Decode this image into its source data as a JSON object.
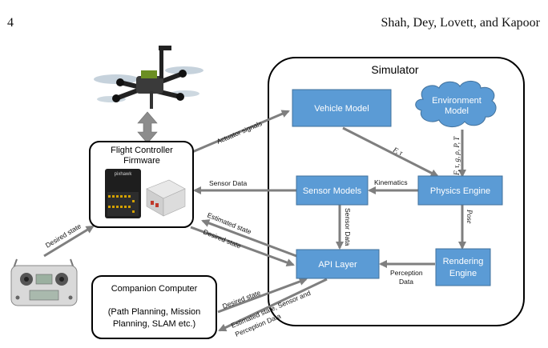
{
  "header": {
    "page_number": "4",
    "authors": "Shah, Dey, Lovett, and Kapoor"
  },
  "simulator": {
    "title": "Simulator"
  },
  "blocks": {
    "vehicle_model": "Vehicle Model",
    "environment_model_line1": "Environment",
    "environment_model_line2": "Model",
    "physics_engine": "Physics Engine",
    "sensor_models": "Sensor Models",
    "api_layer": "API Layer",
    "rendering_engine_line1": "Rendering",
    "rendering_engine_line2": "Engine",
    "flight_controller_line1": "Flight Controller",
    "flight_controller_line2": "Firmware",
    "companion_line1": "Companion Computer",
    "companion_line2": "(Path Planning, Mission",
    "companion_line3": "Planning, SLAM etc.)",
    "pixhawk_label": "pixhawk"
  },
  "edges": {
    "actuator_signals": "Actuator signals",
    "sensor_data": "Sensor Data",
    "estimated_state": "Estimated state",
    "desired_state_fc": "Desired state",
    "desired_state_rc": "Desired state",
    "kinematics": "Kinematics",
    "f_tau": "F, τ",
    "env_vars": "F, τ, g, ρ, P, T",
    "sensor_data_vertical": "Sensor Data",
    "pose": "Pose",
    "perception_line1": "Perception",
    "perception_line2": "Data",
    "desired_state_cc": "Desired state",
    "est_sensor_line1": "Estimated state, Sensor and",
    "est_sensor_line2": "Perception Data"
  },
  "colors": {
    "block_fill": "#5b9bd5",
    "block_stroke": "#41719c",
    "arrow": "#7f7f7f",
    "outline": "#000000"
  },
  "icons": [
    "quadcopter-drone-image",
    "rc-transmitter-image",
    "pixhawk-board-image",
    "double-arrow-icon"
  ]
}
